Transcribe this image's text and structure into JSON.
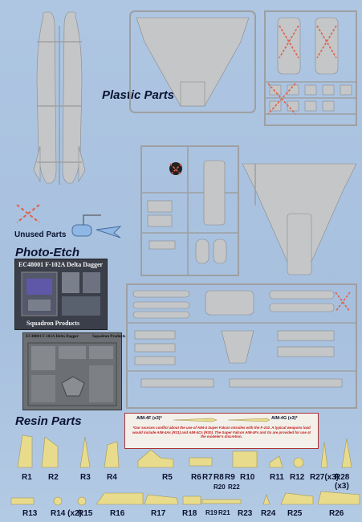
{
  "headings": {
    "plastic_parts": "Plastic Parts",
    "unused_parts": "Unused Parts",
    "photo_etch": "Photo-Etch",
    "resin_parts": "Resin Parts"
  },
  "photo_etch": {
    "sheet1_title": "EC48001 F-102A Delta Dagger",
    "sheet1_footer": "Squadron Products",
    "sheet2_title": "EC48001 F-102A Delta Dagger",
    "sheet2_brand": "Squadron Products"
  },
  "weapons": {
    "aim4f_label": "AIM-4F (x3)*",
    "aim4g_label": "AIM-4G (x3)*",
    "note": "*Our sources conflict about the use of AIM-4 Super Falcon missiles with the F-102. A typical weapons load would include AIM-4As (R21) and AIM-4Cs (R20). The Super Falcon AIM-4Fs and Gs are provided for use at the modeler's discretion."
  },
  "resin_row1_labels": [
    "R1",
    "R2",
    "R3",
    "R4",
    "R5",
    "R6",
    "R7",
    "R8",
    "R9",
    "R10",
    "R11",
    "R12",
    "R27(x3)",
    "R28 (x3)"
  ],
  "resin_row2_labels": [
    "R13",
    "R14 (x2)",
    "R15",
    "R16",
    "R17",
    "R18",
    "R19",
    "R21",
    "R23",
    "R24",
    "R25",
    "R26"
  ],
  "resin_row2_upper_labels": [
    "R20",
    "R22"
  ],
  "colors": {
    "background": "#a9c2df",
    "plastic_gray": "#c4c6c8",
    "resin_yellow": "#e8dc8c",
    "unused_x": "#e0604a",
    "photo_etch_dark": "#3b3f4a"
  }
}
